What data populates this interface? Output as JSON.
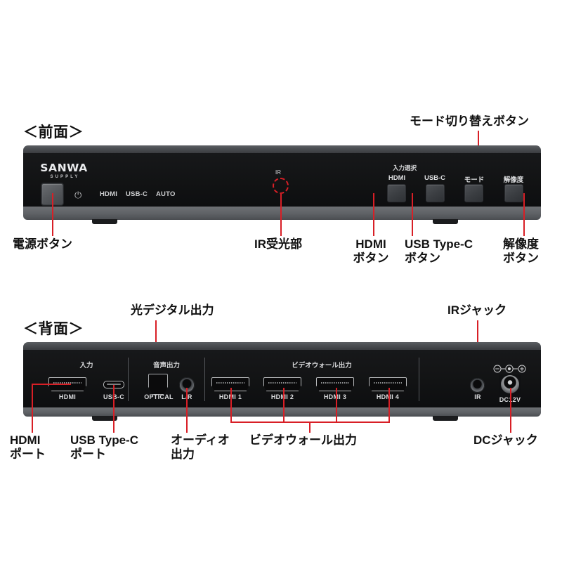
{
  "front": {
    "section_title": "＜前面＞",
    "brand": {
      "main": "SANWA",
      "sub": "SUPPLY"
    },
    "power_glyph": "⏻",
    "indicators": [
      "HDMI",
      "USB-C",
      "AUTO"
    ],
    "ir_label": "IR",
    "input_group_label": "入力選択",
    "buttons": [
      {
        "id": "hdmi",
        "cap": "HDMI"
      },
      {
        "id": "usbc",
        "cap": "USB-C"
      },
      {
        "id": "mode",
        "cap": "モード"
      },
      {
        "id": "reso",
        "cap": "解像度"
      }
    ],
    "callouts": {
      "mode_switch": "モード切り替えボタン",
      "power_button": "電源ボタン",
      "ir_receiver": "IR受光部",
      "hdmi_button": [
        "HDMI",
        "ボタン"
      ],
      "usbc_button": [
        "USB Type-C",
        "ボタン"
      ],
      "resolution_button": [
        "解像度",
        "ボタン"
      ]
    }
  },
  "rear": {
    "section_title": "＜背面＞",
    "sections": {
      "input": "入力",
      "audio_out": "音声出力",
      "videowall_out": "ビデオウォール出力"
    },
    "ports": [
      {
        "id": "hdmi-in",
        "cap": "HDMI"
      },
      {
        "id": "usbc-in",
        "cap": "USB-C"
      },
      {
        "id": "optical",
        "cap": "OPTICAL"
      },
      {
        "id": "lr",
        "cap": "L/R"
      },
      {
        "id": "hdmi-out-1",
        "cap": "HDMI 1"
      },
      {
        "id": "hdmi-out-2",
        "cap": "HDMI 2"
      },
      {
        "id": "hdmi-out-3",
        "cap": "HDMI 3"
      },
      {
        "id": "hdmi-out-4",
        "cap": "HDMI 4"
      },
      {
        "id": "ir",
        "cap": "IR"
      },
      {
        "id": "dc",
        "cap": "DC12V"
      }
    ],
    "callouts": {
      "optical_out": "光デジタル出力",
      "ir_jack": "IRジャック",
      "hdmi_port": [
        "HDMI",
        "ポート"
      ],
      "usbc_port": [
        "USB Type-C",
        "ポート"
      ],
      "audio_out": [
        "オーディオ",
        "出力"
      ],
      "videowall_out": "ビデオウォール出力",
      "dc_jack": "DCジャック"
    }
  },
  "colors": {
    "leader": "#d81f26",
    "text": "#111111",
    "chassis_face": "#121314",
    "chassis_bevel": "#4a4d51",
    "chassis_bottom": "#5e6165"
  }
}
